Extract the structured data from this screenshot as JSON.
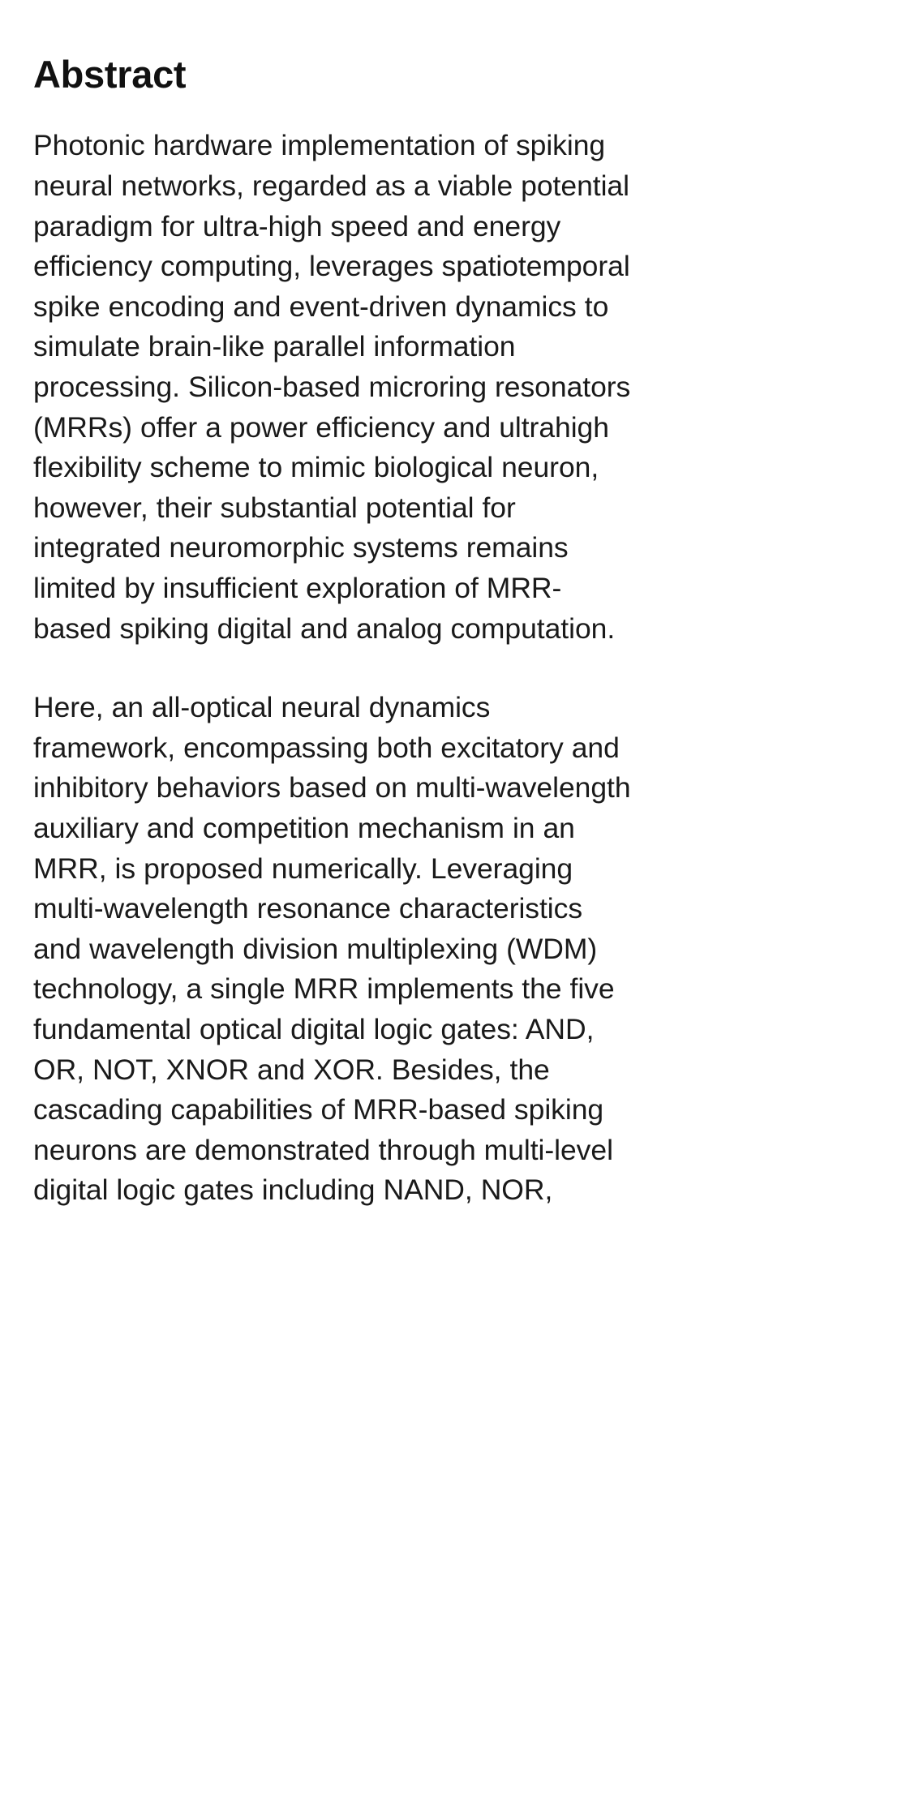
{
  "document": {
    "section_title": "Abstract",
    "paragraphs": [
      "Photonic hardware implementation of spiking neural networks, regarded as a viable potential paradigm for ultra-high speed and energy efficiency computing, leverages spatiotemporal spike encoding and event-driven dynamics to simulate brain-like parallel information processing. Silicon-based microring resonators (MRRs) offer a power efficiency and ultrahigh flexibility scheme to mimic biological neuron, however, their substantial potential for integrated neuromorphic systems remains limited by insufficient exploration of MRR-based spiking digital and analog computation.",
      "Here, an all-optical neural dynamics framework, encompassing both excitatory and inhibitory behaviors based on multi-wavelength auxiliary and competition mechanism in an MRR, is proposed numerically. Leveraging multi-wavelength resonance characteristics and wavelength division multiplexing (WDM) technology, a single MRR implements the five fundamental optical digital logic gates: AND, OR, NOT, XNOR and XOR. Besides, the cascading capabilities of MRR-based spiking neurons are demonstrated through multi-level digital logic gates including NAND, NOR,"
    ]
  },
  "theme": {
    "background": "#ffffff",
    "heading_color": "#111111",
    "body_color": "#1a1a1a"
  }
}
